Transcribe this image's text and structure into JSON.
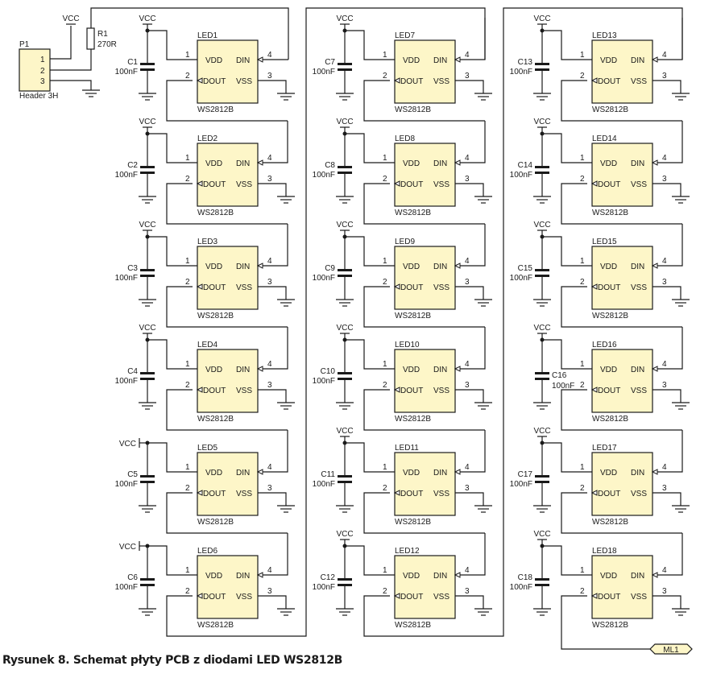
{
  "caption": "Rysunek 8. Schemat płyty PCB z diodami LED WS2812B",
  "colors": {
    "part_fill": "#fdf6c8",
    "wire": "#1a1a1a"
  },
  "header": {
    "ref": "P1",
    "value": "Header 3H",
    "pins": [
      "1",
      "2",
      "3"
    ]
  },
  "resistor": {
    "ref": "R1",
    "value": "270R"
  },
  "power_label": "VCC",
  "net_label": "ML1",
  "led_part": "WS2812B",
  "pin_names": {
    "vdd": "VDD",
    "din": "DIN",
    "dout": "DOUT",
    "vss": "VSS"
  },
  "pin_numbers": {
    "vdd": "1",
    "dout": "2",
    "vss": "3",
    "din": "4"
  },
  "cap_value": "100nF",
  "columns": [
    {
      "leds": [
        "LED1",
        "LED2",
        "LED3",
        "LED4",
        "LED5",
        "LED6"
      ],
      "caps": [
        "C1",
        "C2",
        "C3",
        "C4",
        "C5",
        "C6"
      ]
    },
    {
      "leds": [
        "LED7",
        "LED8",
        "LED9",
        "LED10",
        "LED11",
        "LED12"
      ],
      "caps": [
        "C7",
        "C8",
        "C9",
        "C10",
        "C11",
        "C12"
      ]
    },
    {
      "leds": [
        "LED13",
        "LED14",
        "LED15",
        "LED16",
        "LED17",
        "LED18"
      ],
      "caps": [
        "C13",
        "C14",
        "C15",
        "C16",
        "C17",
        "C18"
      ]
    }
  ]
}
